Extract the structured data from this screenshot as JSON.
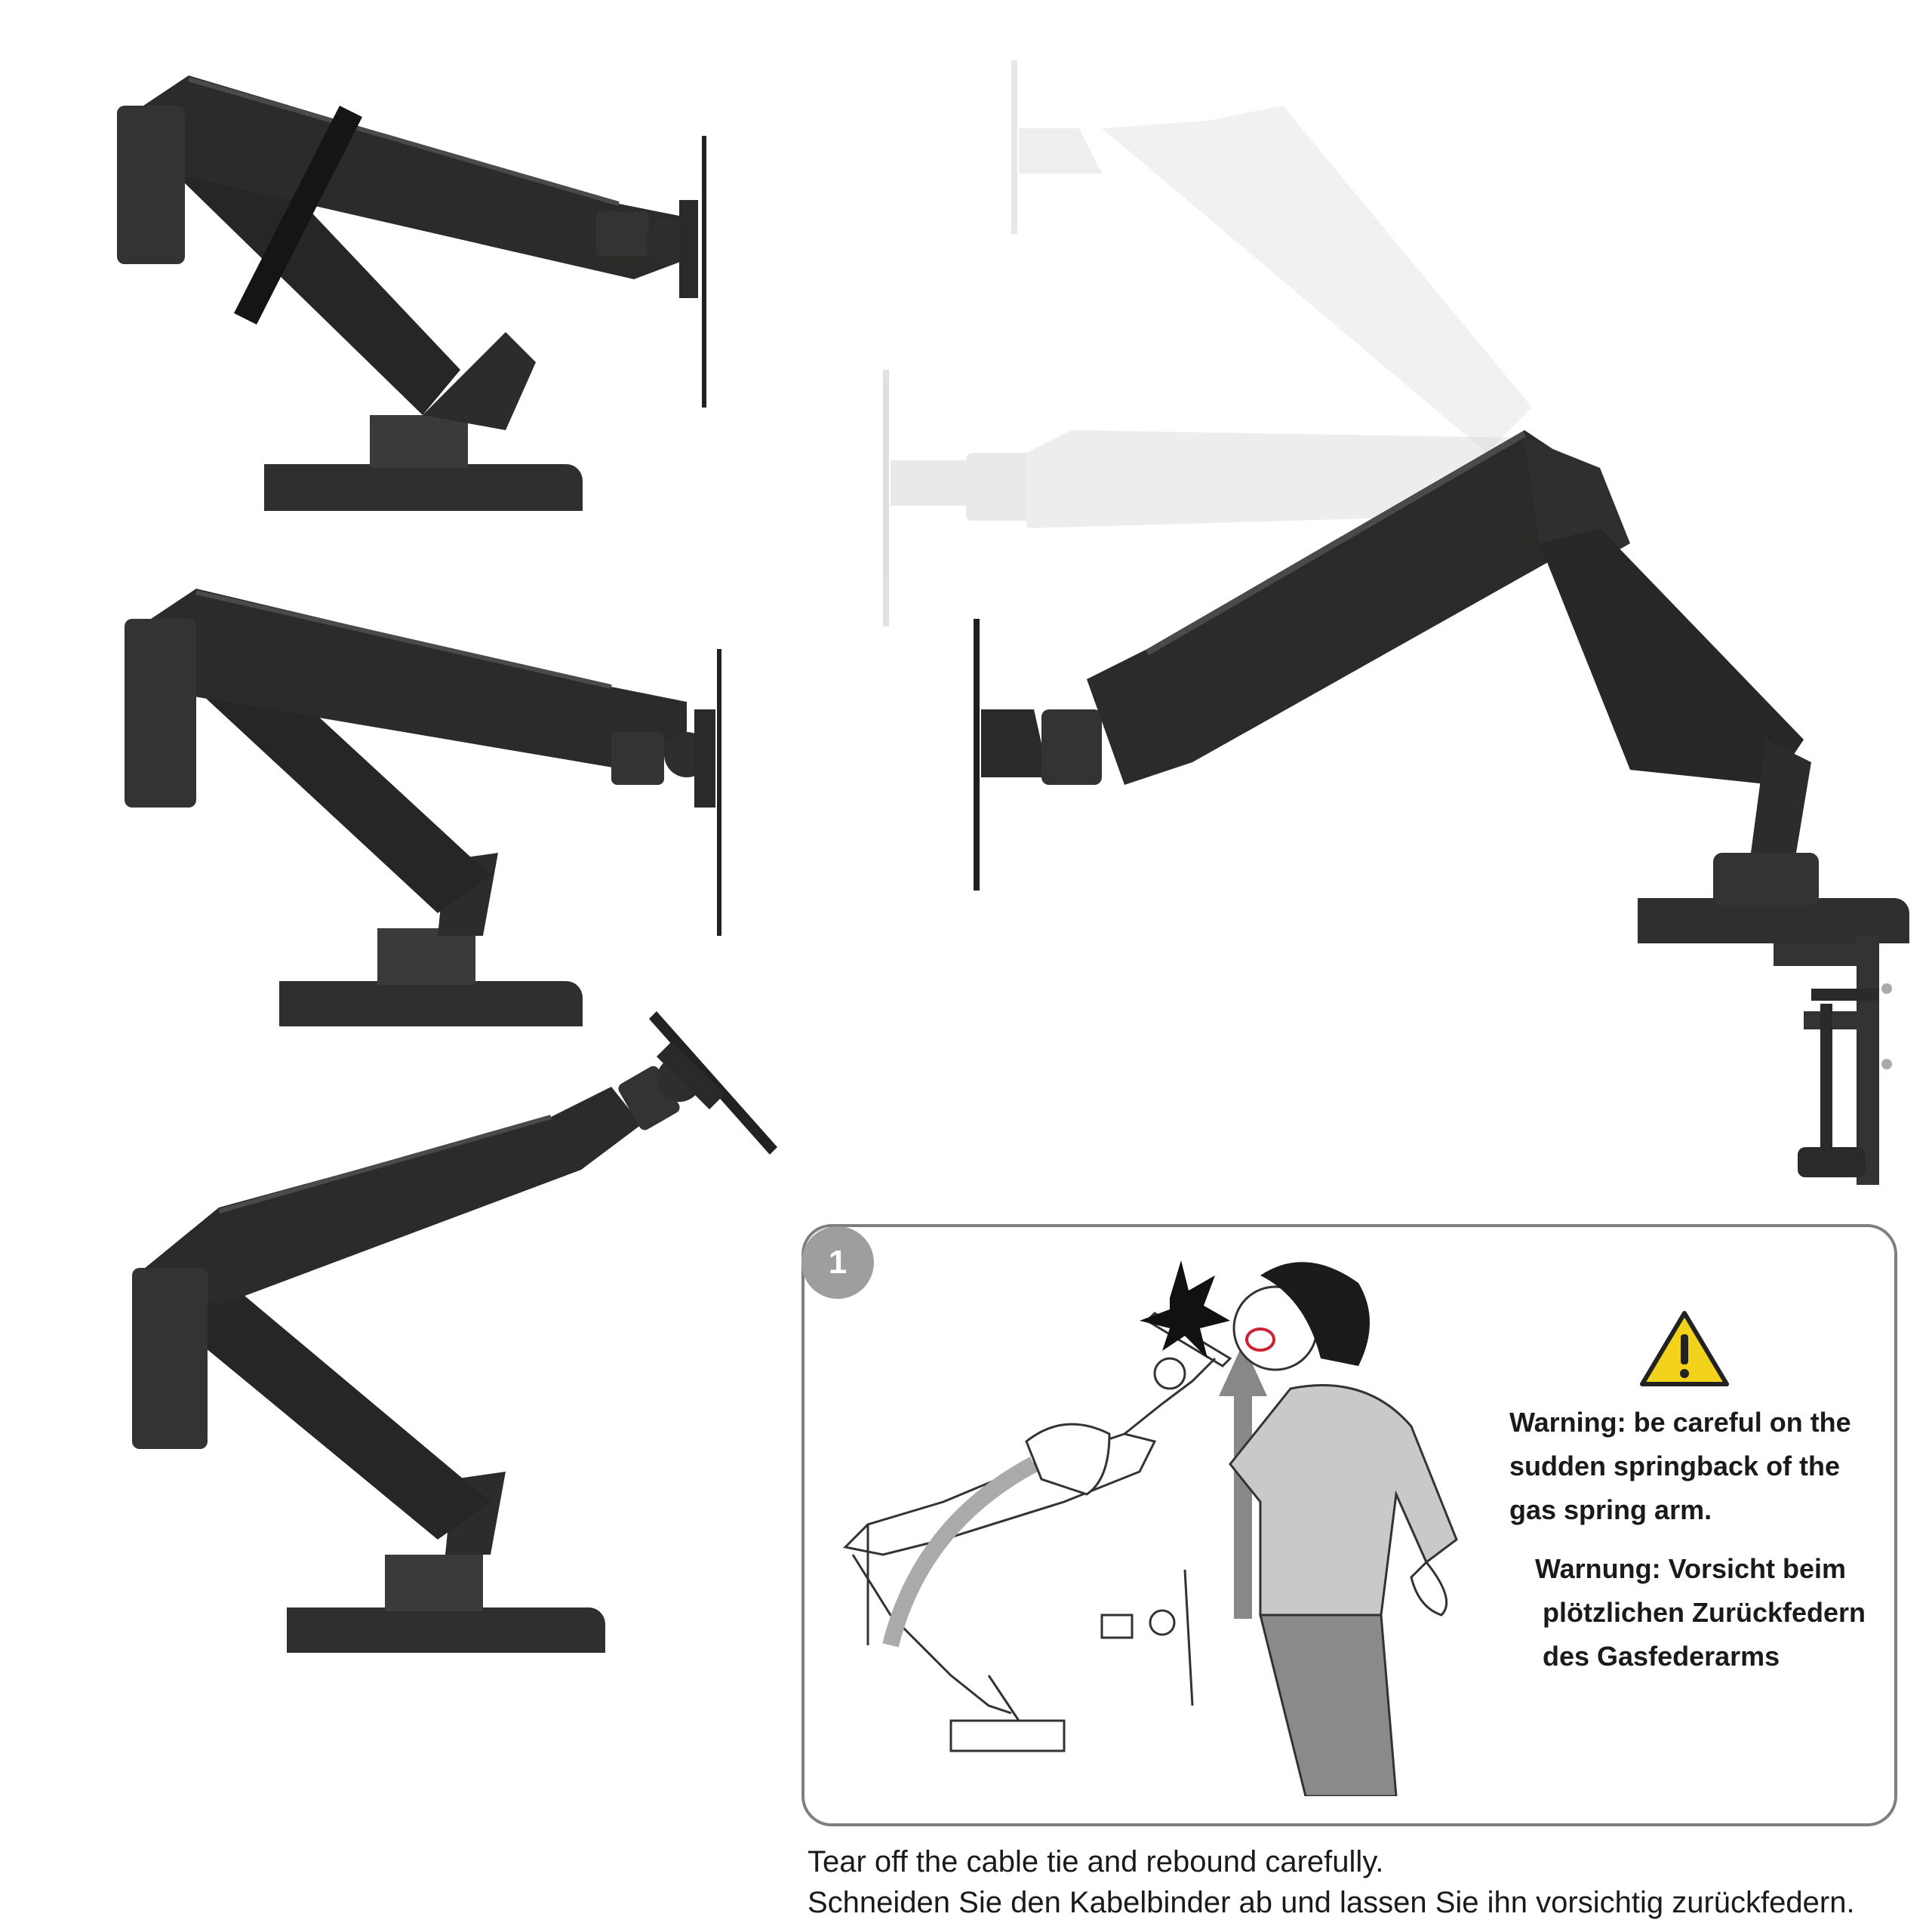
{
  "step": {
    "number": "1"
  },
  "warning": {
    "icon": "warning-triangle-icon",
    "en_lines": [
      "Warning: be careful on the",
      "sudden springback of the",
      "gas spring arm."
    ],
    "de_lines": [
      "Warnung: Vorsicht beim",
      "plötzlichen Zurückfedern",
      "des Gasfederarms"
    ]
  },
  "caption": {
    "en": "Tear off the cable tie and rebound carefully.",
    "de": "Schneiden Sie den Kabelbinder ab und lassen Sie ihn vorsichtig zurückfedern."
  },
  "colors": {
    "arm": "#2c2c2c",
    "arm_highlight": "#4a4a48",
    "ghost": "#d9d9d9",
    "warning_yellow": "#f2d21b",
    "box_border": "#7f7f7f"
  }
}
